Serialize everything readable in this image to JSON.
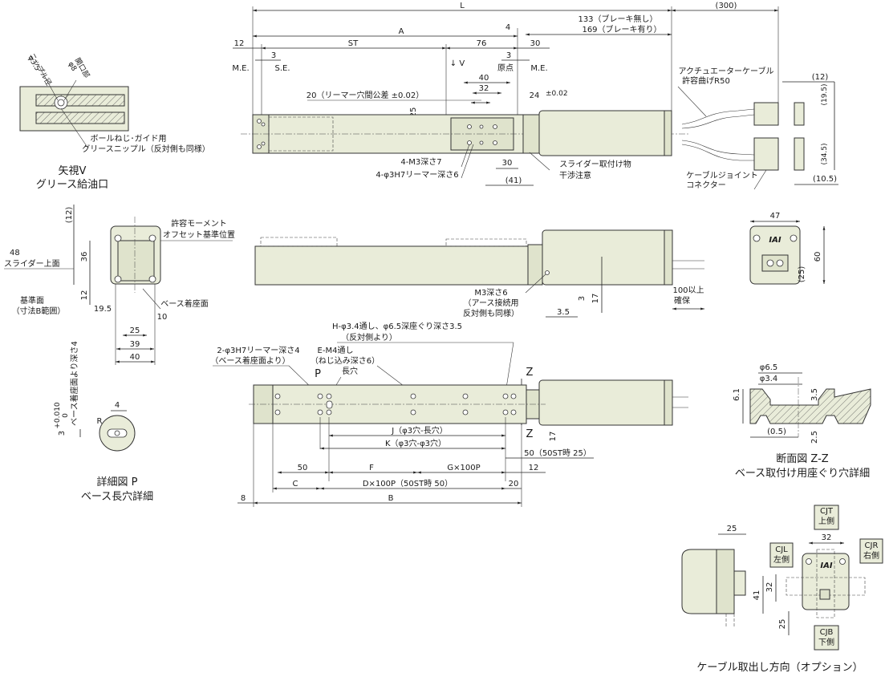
{
  "top_view": {
    "L": "L",
    "A": "A",
    "ST": "ST",
    "d12": "12",
    "d76": "76",
    "d4": "4",
    "d30": "30",
    "d3a": "3",
    "d3b": "3",
    "ME_left": "M.E.",
    "SE": "S.E.",
    "origin": "原点",
    "ME_right": "M.E.",
    "V_arrow": "↓ V",
    "d133": "133（ブレーキ無し）",
    "d169": "169（ブレーキ有り）",
    "d300": "(300)",
    "d40": "40",
    "d32": "32",
    "reamer_pitch": "20（リーマー穴間公差 ±0.02）",
    "d25": "25",
    "d24": "24",
    "d24_tol": "±0.02",
    "m3_depth7": "4-M3深さ7",
    "reamer_depth6": "4-φ3H7リーマー深さ6",
    "d30b": "30",
    "d41": "(41)",
    "slider_note_1": "スライダー取付け物",
    "slider_note_2": "干渉注意",
    "cable_bend_1": "アクチュエーターケーブル",
    "cable_bend_2": "許容曲げR50",
    "joint_1": "ケーブルジョイント",
    "joint_2": "コネクター",
    "d12c": "(12)",
    "d19_5": "(19.5)",
    "d34_5": "(34.5)",
    "d10_5": "(10.5)"
  },
  "view_v": {
    "phi35": "φ3.5",
    "nipple": "ニップル径",
    "phi8": "φ8",
    "opening": "開口部",
    "grease_1": "ボールねじ･ガイド用",
    "grease_2": "グリースニップル（反対側も同様）",
    "title_1": "矢視V",
    "title_2": "グリース給油口"
  },
  "end_view": {
    "d12": "(12)",
    "moment_1": "許容モーメント",
    "moment_2": "オフセット基準位置",
    "d48": "48",
    "slider_top": "スライダー上面",
    "d36": "36",
    "d12b": "12",
    "ref_1": "基準面",
    "ref_2": "（寸法B範囲）",
    "base_seat": "ベース着座面",
    "d19_5": "19.5",
    "d10": "10",
    "d25": "25",
    "d39": "39",
    "d40": "40"
  },
  "side_view": {
    "m3_1": "M3深さ6",
    "m3_2": "（アース接続用",
    "m3_3": "反対側も同様）",
    "d3": "3",
    "d17": "17",
    "d3_5": "3.5",
    "d100_1": "100以上",
    "d100_2": "確保"
  },
  "motor_end": {
    "d47": "47",
    "d60": "60",
    "d25": "(25)",
    "logo": "IAI"
  },
  "bottom_view": {
    "h_holes_1": "H-φ3.4通し、φ6.5深座ぐり深さ3.5",
    "h_holes_2": "（反対側より）",
    "reamer_1": "2-φ3H7リーマー深さ4",
    "reamer_2": "（ベース着座面より）",
    "em4_1": "E-M4通し",
    "em4_2": "（ねじ込み深さ6）",
    "P": "P",
    "long_hole": "長穴",
    "Z_top": "Z",
    "Z_bottom": "Z",
    "J": "J（φ3穴-長穴）",
    "K": "K（φ3穴-φ3穴）",
    "d17": "17",
    "d50st": "50（50ST時 25）",
    "d50": "50",
    "F": "F",
    "G": "G×100P",
    "d12": "12",
    "C": "C",
    "D": "D×100P（50ST時 50）",
    "d20": "20",
    "d8": "8",
    "B": "B"
  },
  "detail_p": {
    "d4": "4",
    "d3": "3",
    "tol_plus": "+0.010",
    "tol_zero": "0",
    "depth_1": "ベース着座面より深さ4",
    "r": "R",
    "title_1": "詳細図 P",
    "title_2": "ベース長穴詳細"
  },
  "section_z": {
    "phi65": "φ6.5",
    "phi34": "φ3.4",
    "d6_1": "6.1",
    "d3_5": "3.5",
    "d0_5": "(0.5)",
    "d2_5": "2.5",
    "title_1": "断面図 Z-Z",
    "title_2": "ベース取付け用座ぐり穴詳細"
  },
  "cable_dir": {
    "d25": "25",
    "CJT": "CJT",
    "top": "上側",
    "CJL": "CJL",
    "left": "左側",
    "CJR": "CJR",
    "right": "右側",
    "d32": "32",
    "d41": "41",
    "d32b": "32",
    "d25b": "25",
    "CJB": "CJB",
    "bottom": "下側",
    "logo": "IAI",
    "title": "ケーブル取出し方向（オプション）"
  }
}
